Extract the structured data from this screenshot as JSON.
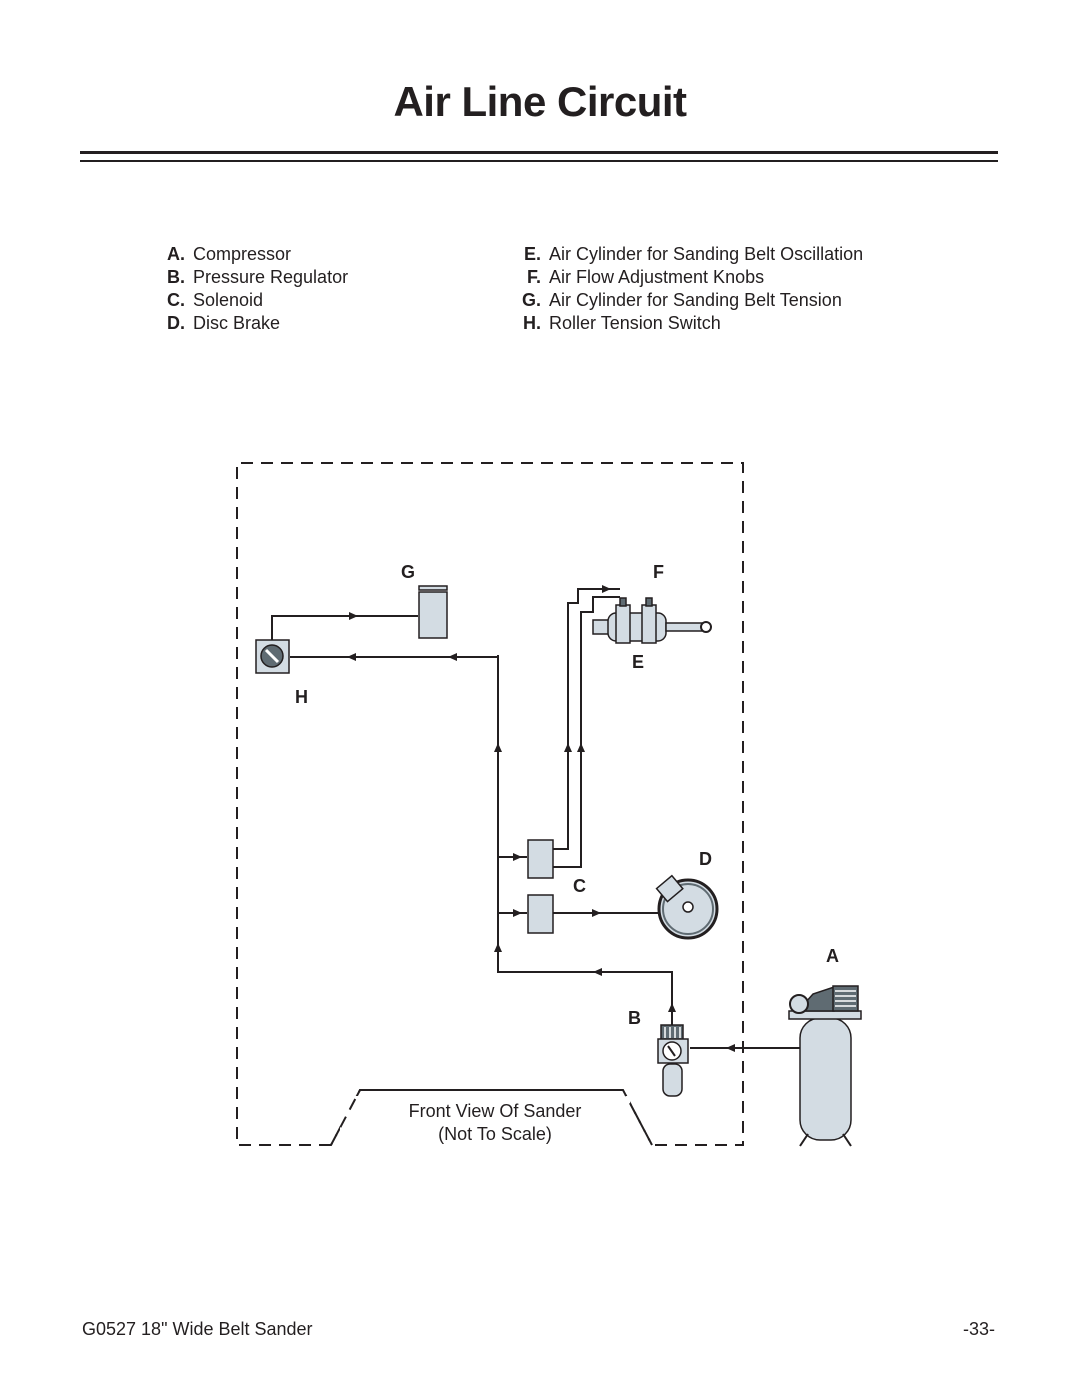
{
  "page": {
    "title": "Air Line Circuit",
    "footer_left": "G0527 18\" Wide Belt Sander",
    "footer_right": "-33-"
  },
  "legend": {
    "left": [
      {
        "key": "A.",
        "label": "Compressor"
      },
      {
        "key": "B.",
        "label": "Pressure Regulator"
      },
      {
        "key": "C.",
        "label": "Solenoid"
      },
      {
        "key": "D.",
        "label": "Disc Brake"
      }
    ],
    "right": [
      {
        "key": "E.",
        "label": "Air Cylinder for Sanding Belt Oscillation"
      },
      {
        "key": "F.",
        "label": "Air Flow Adjustment Knobs"
      },
      {
        "key": "G.",
        "label": "Air Cylinder for Sanding Belt Tension"
      },
      {
        "key": "H.",
        "label": "Roller Tension Switch"
      }
    ]
  },
  "diagram": {
    "labels": {
      "A": "A",
      "B": "B",
      "C": "C",
      "D": "D",
      "E": "E",
      "F": "F",
      "G": "G",
      "H": "H"
    },
    "caption_line1": "Front View Of Sander",
    "caption_line2": "(Not To Scale)"
  },
  "colors": {
    "ink": "#231f20",
    "component_fill": "#d3dce3",
    "dark_component": "#5f6b72"
  }
}
